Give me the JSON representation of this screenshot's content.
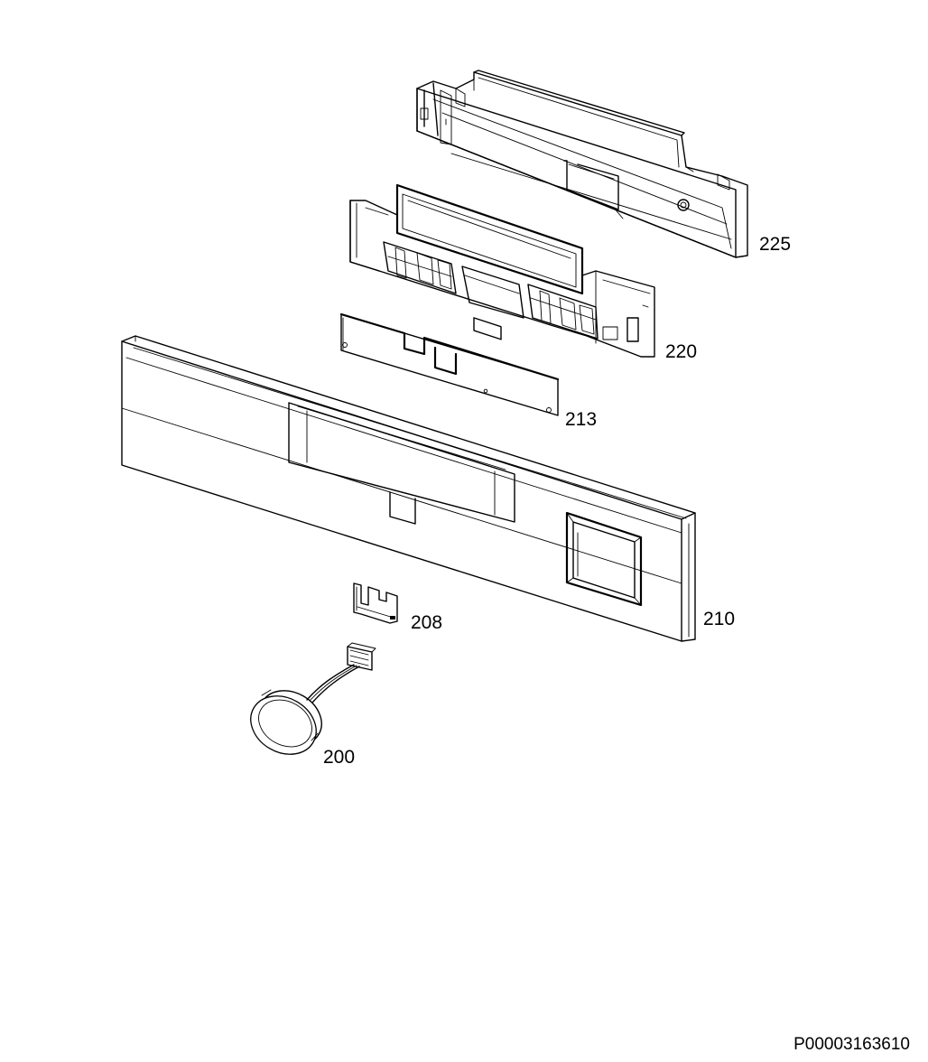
{
  "parts": [
    {
      "id": "panel-frame",
      "label": "225"
    },
    {
      "id": "display-holder",
      "label": "220"
    },
    {
      "id": "circuit-board",
      "label": "213"
    },
    {
      "id": "control-panel",
      "label": "210"
    },
    {
      "id": "bracket",
      "label": "208"
    },
    {
      "id": "knob",
      "label": "200"
    }
  ],
  "document_id": "P00003163610"
}
